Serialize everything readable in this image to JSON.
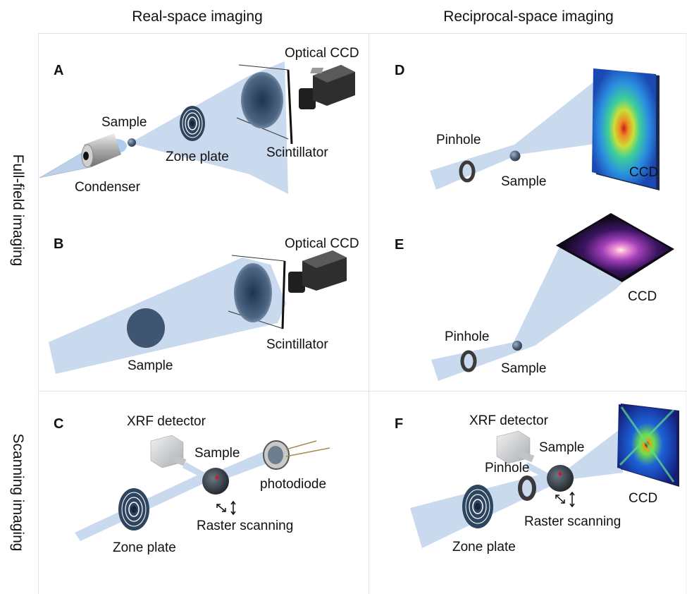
{
  "columns": {
    "real_space": "Real-space imaging",
    "reciprocal_space": "Reciprocal-space imaging"
  },
  "rows": {
    "full_field": "Full-field imaging",
    "scanning": "Scanning imaging"
  },
  "colors": {
    "beam": "#c9d9ee",
    "sample": "#3c5068",
    "grid_line": "#dde5ea",
    "pinhole": "#3a3a3a",
    "camera": "#2c2c2c"
  },
  "panels": {
    "A": {
      "letter": "A",
      "labels": {
        "optical_ccd": "Optical CCD",
        "sample": "Sample",
        "zone_plate": "Zone plate",
        "scintillator": "Scintillator",
        "condenser": "Condenser"
      }
    },
    "B": {
      "letter": "B",
      "labels": {
        "optical_ccd": "Optical CCD",
        "scintillator": "Scintillator",
        "sample": "Sample"
      }
    },
    "C": {
      "letter": "C",
      "labels": {
        "xrf_detector": "XRF detector",
        "sample": "Sample",
        "photodiode": "photodiode",
        "raster_scanning": "Raster scanning",
        "zone_plate": "Zone plate"
      }
    },
    "D": {
      "letter": "D",
      "labels": {
        "pinhole": "Pinhole",
        "sample": "Sample",
        "ccd": "CCD"
      }
    },
    "E": {
      "letter": "E",
      "labels": {
        "ccd": "CCD",
        "pinhole": "Pinhole",
        "sample": "Sample"
      }
    },
    "F": {
      "letter": "F",
      "labels": {
        "xrf_detector": "XRF detector",
        "sample": "Sample",
        "pinhole": "Pinhole",
        "ccd": "CCD",
        "raster_scanning": "Raster scanning",
        "zone_plate": "Zone plate"
      }
    }
  }
}
